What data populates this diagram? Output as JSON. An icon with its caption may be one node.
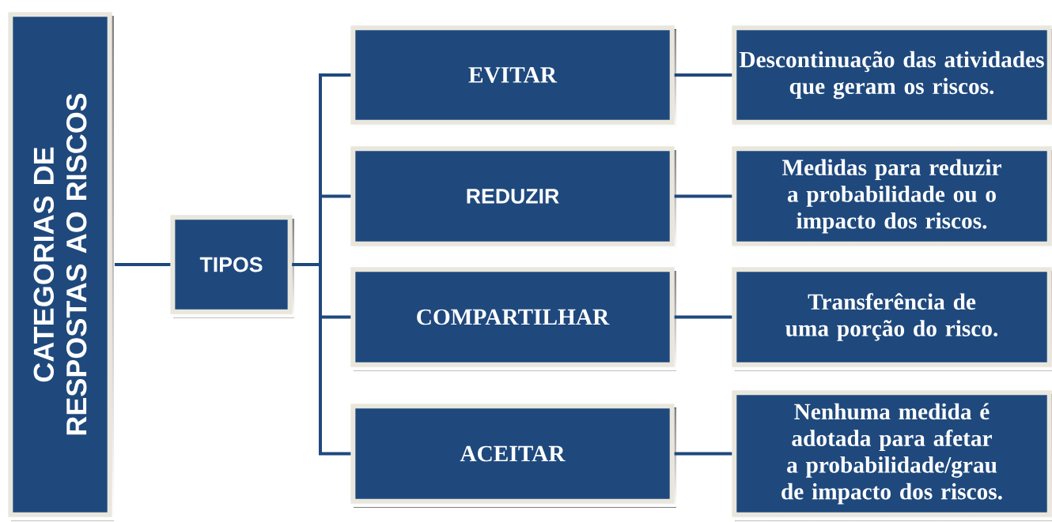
{
  "diagram": {
    "nodes": [
      {
        "text": [
          "CATEGORIAS DE RESPOSTAS AO RISCOS"
        ]
      },
      {
        "text": [
          "TIPOS"
        ]
      },
      {
        "text": [
          "EVITAR"
        ]
      },
      {
        "text": [
          "REDUZIR"
        ]
      },
      {
        "text": [
          "COMPARTILHAR"
        ]
      },
      {
        "text": [
          "ACEITAR"
        ]
      },
      {
        "text": [
          "Descontinuação das atividades que geram os riscos."
        ]
      },
      {
        "text": [
          "Medidas para reduzir a probabilidade ou o impacto dos riscos."
        ]
      },
      {
        "text": [
          "Transferência de uma porção do risco."
        ]
      },
      {
        "text": [
          "Nenhuma medida é adotada para afetar a probabilidade/grau de impacto dos riscos."
        ]
      }
    ],
    "edges": [
      {
        "from": 0,
        "to": 1,
        "arrow": "none"
      },
      {
        "from": 1,
        "to": 2,
        "arrow": "none"
      },
      {
        "from": 1,
        "to": 3,
        "arrow": "none"
      },
      {
        "from": 1,
        "to": 4,
        "arrow": "none"
      },
      {
        "from": 1,
        "to": 5,
        "arrow": "none"
      },
      {
        "from": 2,
        "to": 6,
        "arrow": "none"
      },
      {
        "from": 3,
        "to": 7,
        "arrow": "none"
      },
      {
        "from": 4,
        "to": 8,
        "arrow": "none"
      },
      {
        "from": 5,
        "to": 9,
        "arrow": "none"
      }
    ]
  }
}
